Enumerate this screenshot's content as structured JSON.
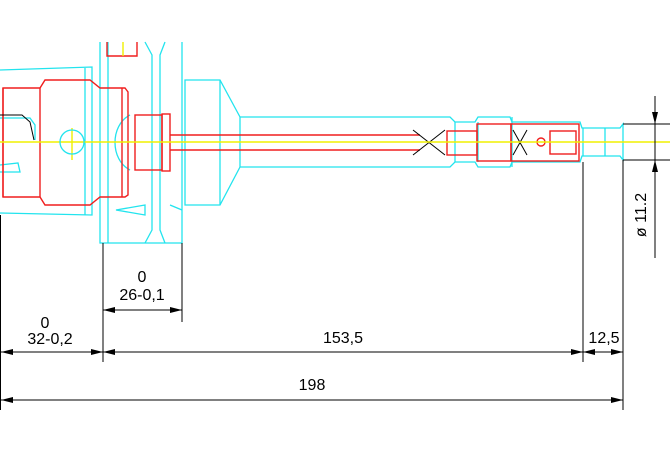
{
  "drawing": {
    "colors": {
      "outline": "#22e4ee",
      "internal": "#f01e1e",
      "centerline": "#f0f000",
      "dimension": "#000000"
    },
    "dimensions": {
      "holder_length_upper": "0",
      "holder_length_lower": "32-0,2",
      "flange_upper": "0",
      "flange_lower": "26-0,1",
      "extension_length": "153,5",
      "tip_length": "12,5",
      "overall_length": "198",
      "tip_diameter": "ø 11.2"
    }
  }
}
